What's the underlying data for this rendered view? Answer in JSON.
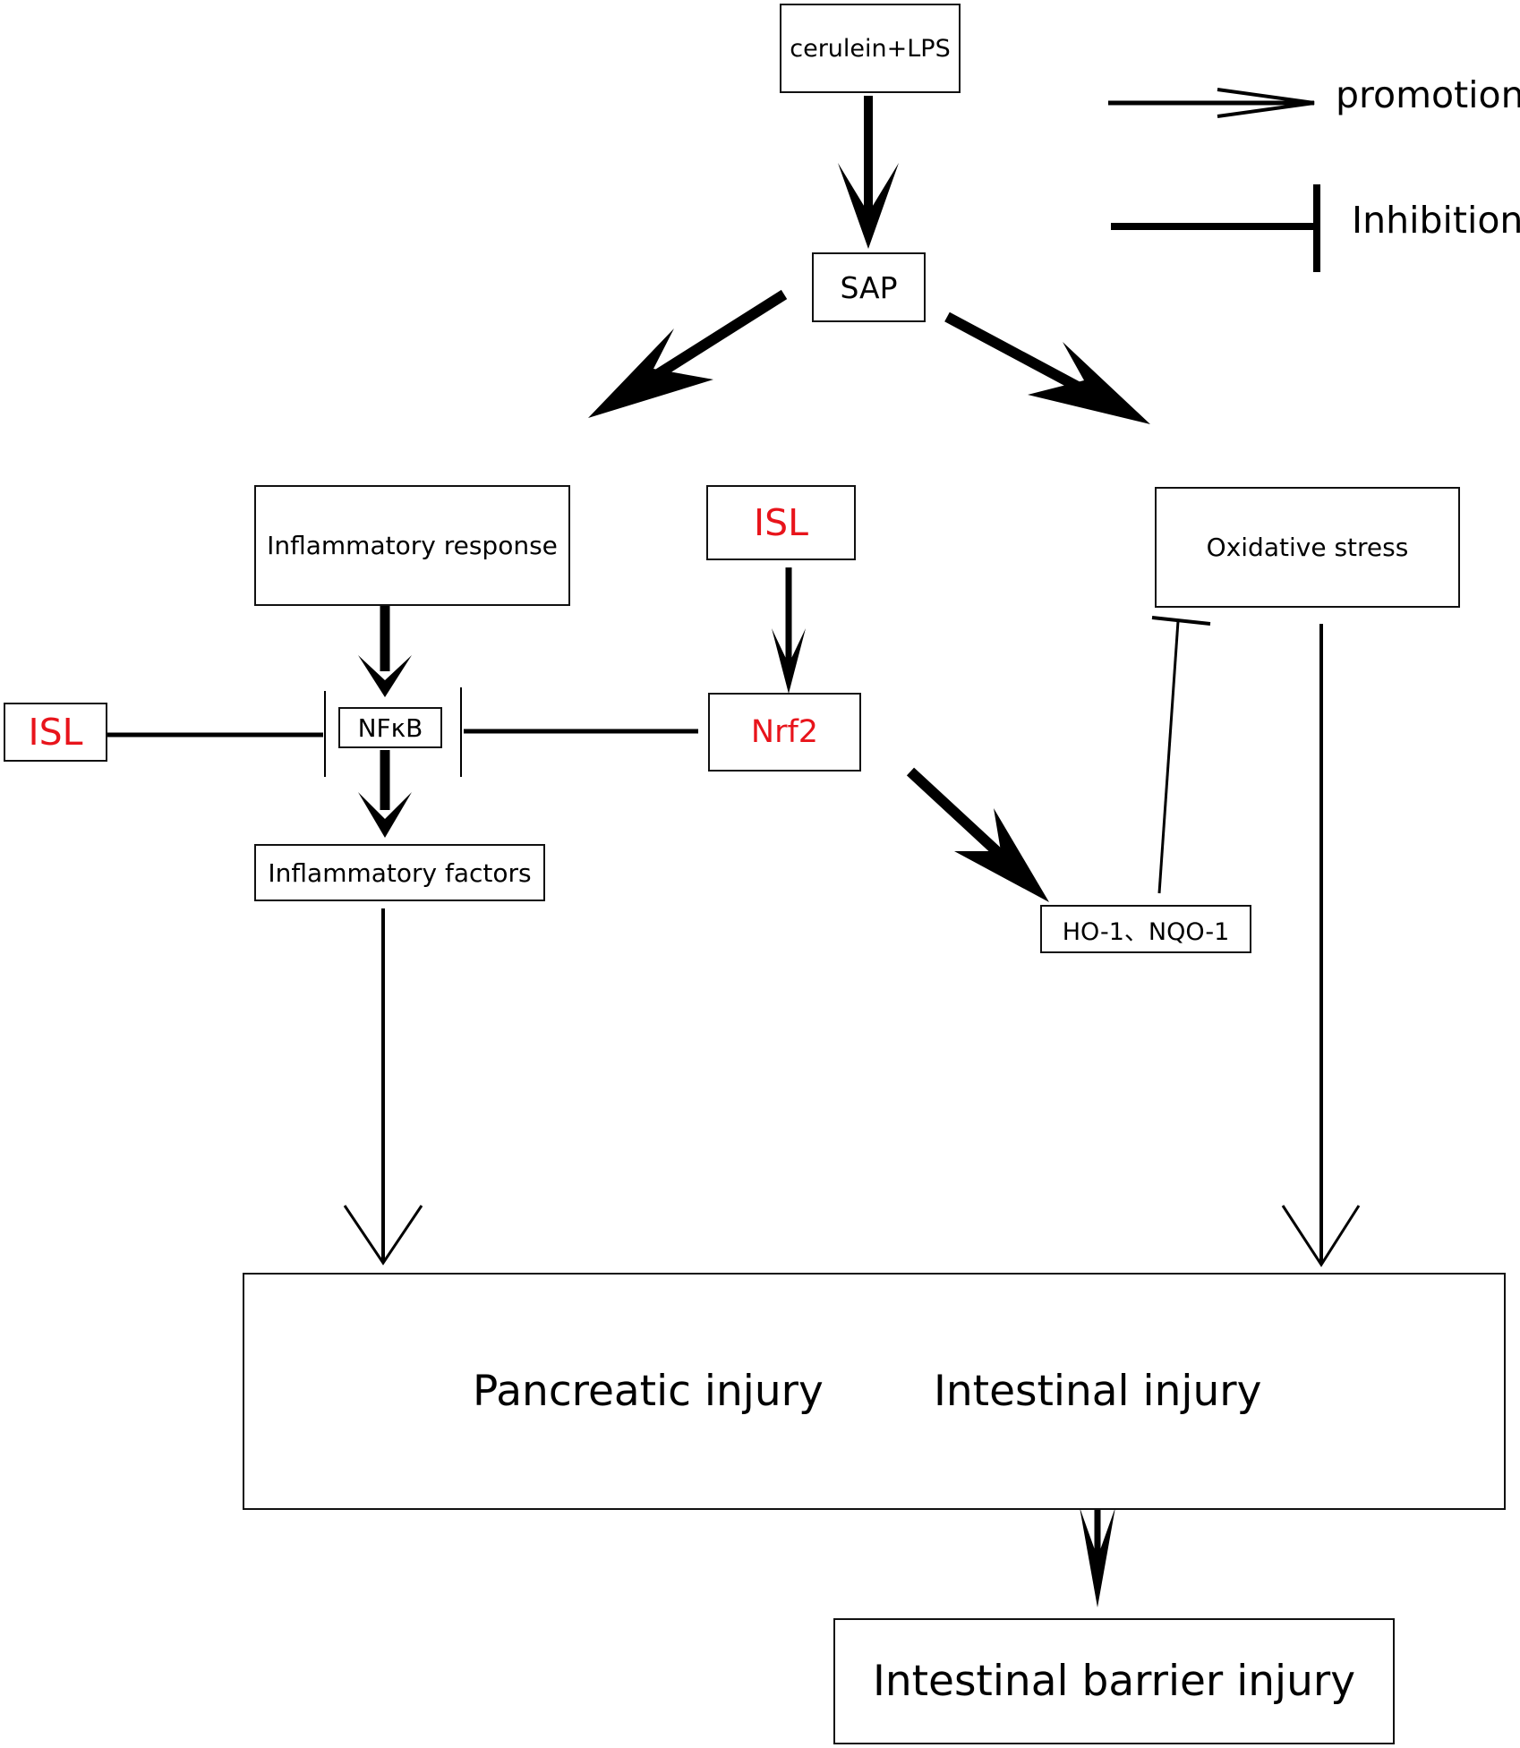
{
  "legend": {
    "promotion": "promotion",
    "inhibition": "Inhibition"
  },
  "nodes": {
    "cerulein": "cerulein+LPS",
    "sap": "SAP",
    "inflammatory_response": "Inflammatory response",
    "isl_top": "ISL",
    "oxidative_stress": "Oxidative stress",
    "isl_left": "ISL",
    "nfkb": "NFκB",
    "nrf2": "Nrf2",
    "inflammatory_factors": "Inflammatory  factors",
    "ho1_nqo1": "HO-1、NQO-1",
    "pancreatic_injury": "Pancreatic injury",
    "intestinal_injury": "Intestinal injury",
    "intestinal_barrier_injury": "Intestinal barrier injury"
  },
  "colors": {
    "highlight": "#e8141b",
    "line": "#000000"
  }
}
